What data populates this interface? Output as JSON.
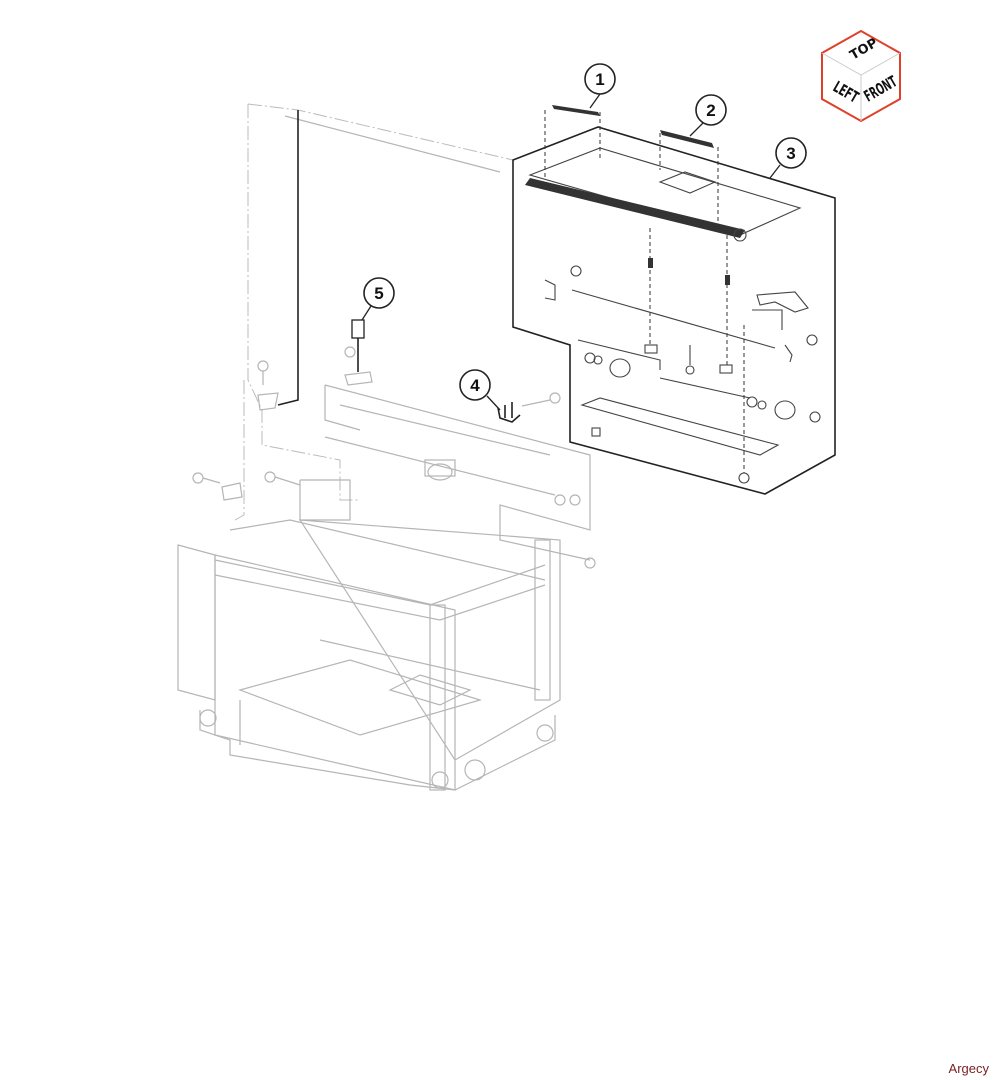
{
  "callouts": [
    "1",
    "2",
    "3",
    "4",
    "5"
  ],
  "orientation_cube": {
    "top": "TOP",
    "left": "LEFT",
    "front": "FRONT",
    "edge_color": "#e0402a"
  },
  "watermark": "Argecy"
}
